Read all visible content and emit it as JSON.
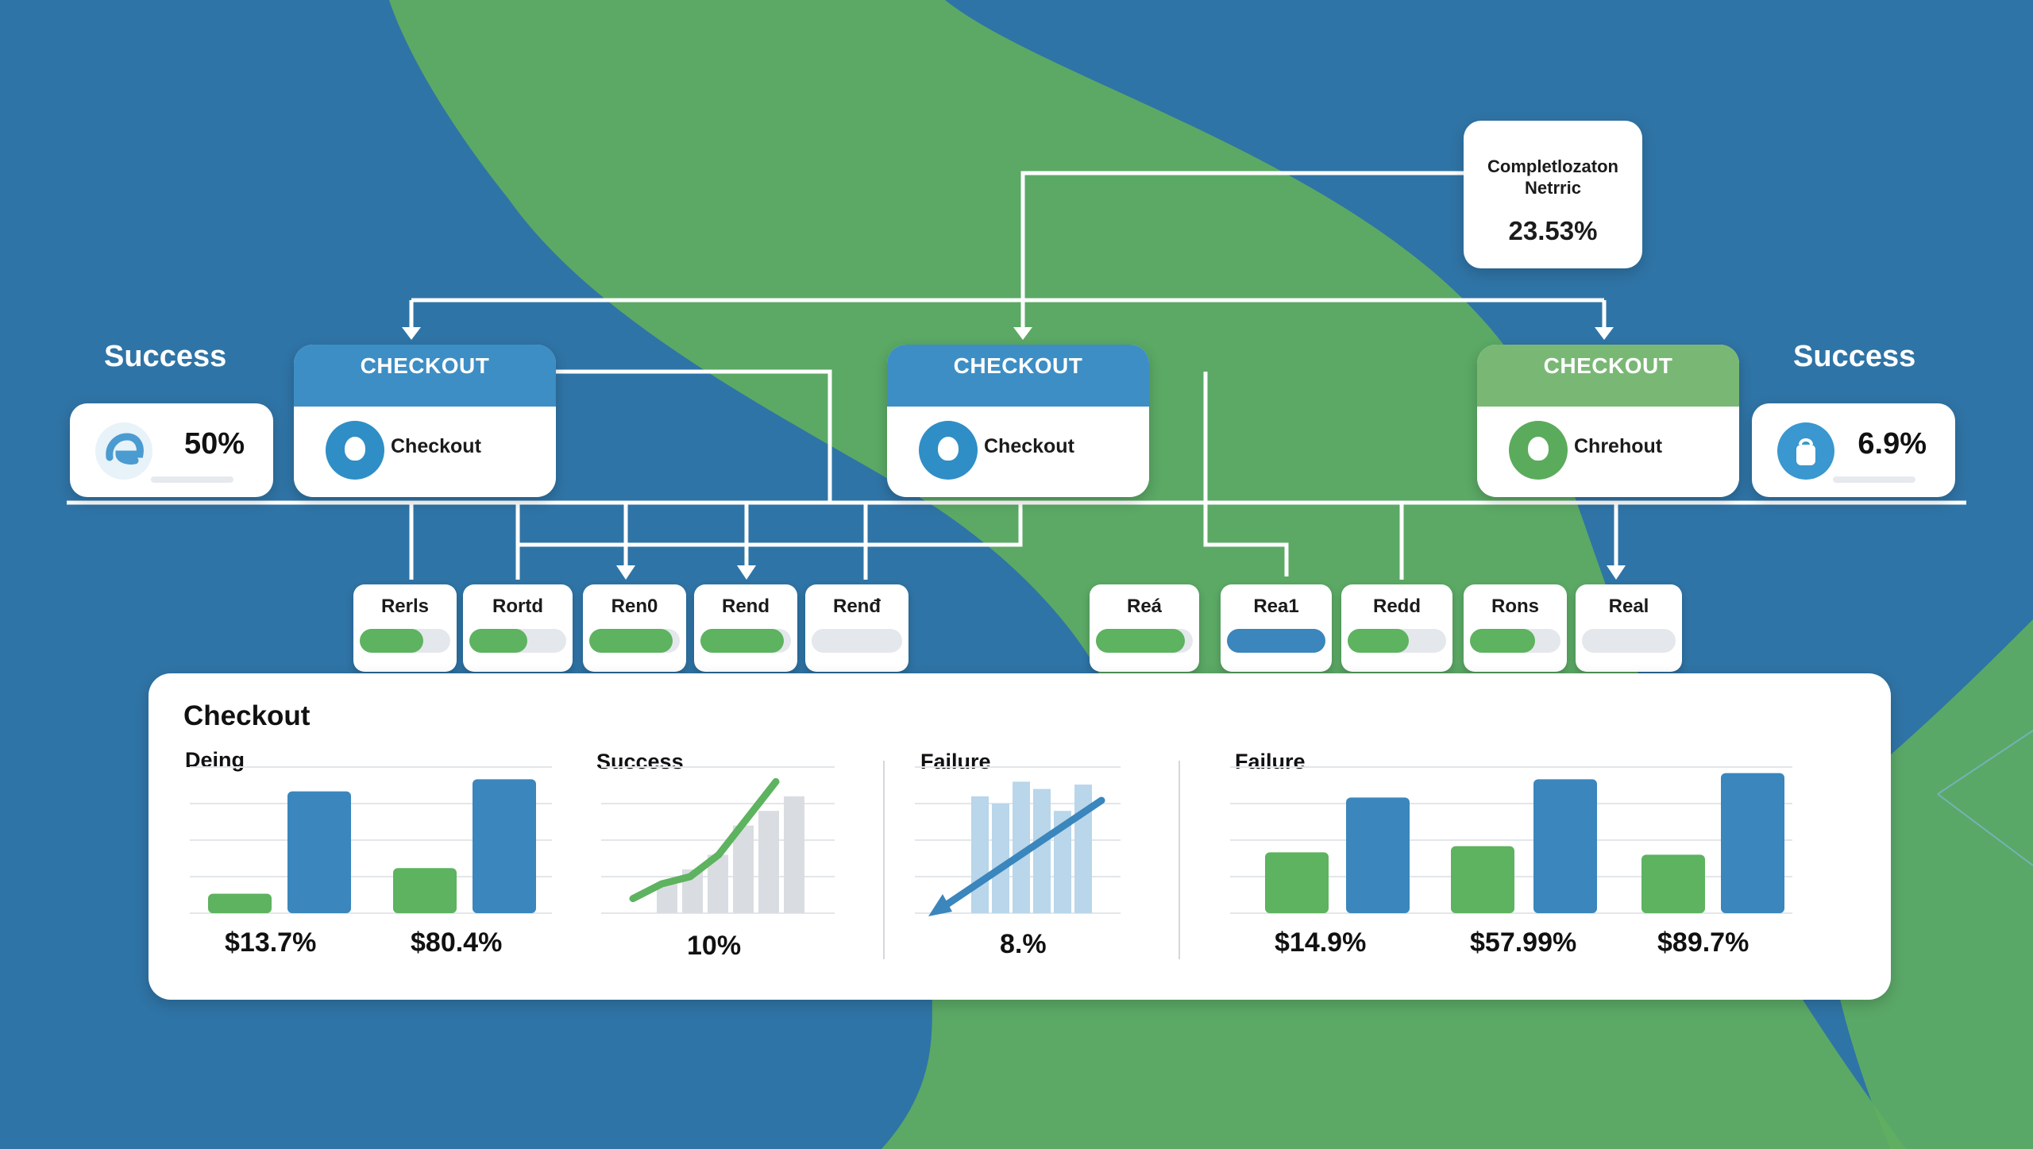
{
  "colors": {
    "blue": "#2f74a6",
    "green": "#5fae60",
    "bar_blue": "#3a86bd",
    "bar_green": "#5db35f",
    "node_blue_head": "#3d8ec4",
    "node_green_head": "#79b874"
  },
  "metric": {
    "title_line1": "Completlozaton",
    "title_line2": "Netrric",
    "value": "23.53%"
  },
  "left": {
    "title": "Success",
    "value": "50%",
    "icon": "edge-browser-icon"
  },
  "right": {
    "title": "Success",
    "value": "6.9%",
    "icon": "checkout-bag-icon"
  },
  "nodes": [
    {
      "header": "CHECKOUT",
      "label": "Checkout",
      "color": "blue",
      "icon": "bag-icon"
    },
    {
      "header": "CHECKOUT",
      "label": "Checkout",
      "color": "blue",
      "icon": "bag-icon"
    },
    {
      "header": "CHECKOUT",
      "label": "Chrehout",
      "color": "green",
      "icon": "bag-icon"
    }
  ],
  "results": [
    {
      "label": "Rerls",
      "fill": 0.7,
      "color": "green"
    },
    {
      "label": "Rortd",
      "fill": 0.6,
      "color": "green"
    },
    {
      "label": "Ren0",
      "fill": 0.92,
      "color": "green"
    },
    {
      "label": "Rend",
      "fill": 0.92,
      "color": "green"
    },
    {
      "label": "Renđ",
      "fill": 0.0,
      "color": "gray"
    },
    {
      "label": "Reá",
      "fill": 0.92,
      "color": "green"
    },
    {
      "label": "Rea1",
      "fill": 1.0,
      "color": "blue"
    },
    {
      "label": "Redd",
      "fill": 0.62,
      "color": "green"
    },
    {
      "label": "Rons",
      "fill": 0.72,
      "color": "green"
    },
    {
      "label": "Real",
      "fill": 0.0,
      "color": "gray"
    }
  ],
  "panel": {
    "title": "Checkout",
    "sections": [
      {
        "title": "Deing",
        "values": [
          "$13.7%",
          "$80.4%"
        ]
      },
      {
        "title": "Success",
        "values": [
          "10%"
        ]
      },
      {
        "title": "Failure",
        "values": [
          "8.%"
        ]
      },
      {
        "title": "Failure",
        "values": [
          "$14.9%",
          "$57.99%",
          "$89.7%"
        ]
      }
    ]
  },
  "chart_data": [
    {
      "type": "bar",
      "series": [
        {
          "color": "green",
          "values": [
            16,
            37
          ]
        },
        {
          "color": "blue",
          "values": [
            100,
            110
          ]
        }
      ],
      "ylim": [
        0,
        120
      ]
    },
    {
      "type": "line",
      "bars": [
        20,
        30,
        40,
        60,
        70,
        80
      ],
      "trend": [
        10,
        20,
        25,
        40,
        65,
        90
      ],
      "ylim": [
        0,
        100
      ]
    },
    {
      "type": "bar",
      "bars": [
        80,
        75,
        90,
        85,
        70,
        88
      ],
      "trend_direction": "downward",
      "ylim": [
        0,
        100
      ]
    },
    {
      "type": "bar",
      "series": [
        {
          "color": "green",
          "values": [
            50,
            55,
            48
          ]
        },
        {
          "color": "blue",
          "values": [
            95,
            110,
            115
          ]
        }
      ],
      "ylim": [
        0,
        120
      ]
    }
  ]
}
